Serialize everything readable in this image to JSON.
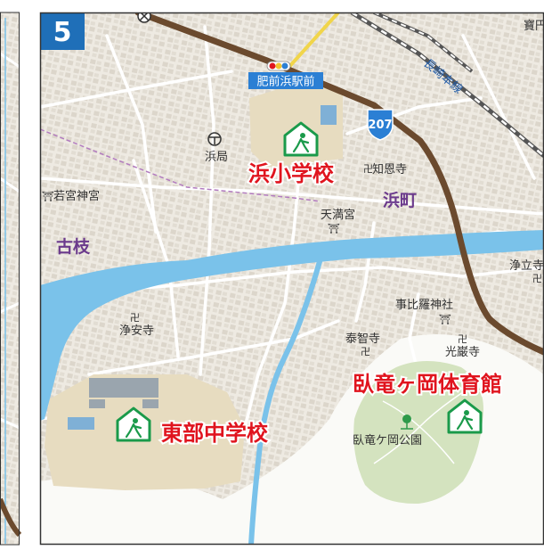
{
  "map": {
    "panel_number": "5",
    "station": "肥前浜駅前",
    "route_number": "207",
    "railway_name": "長崎本線",
    "corner_label": "寶円",
    "facilities": [
      {
        "name": "浜小学校",
        "kind": "evacuation-site"
      },
      {
        "name": "東部中学校",
        "kind": "evacuation-site"
      },
      {
        "name": "臥竜ヶ岡体育館",
        "kind": "evacuation-site"
      }
    ],
    "districts": [
      "浜町",
      "古枝"
    ],
    "places": {
      "post_office": "浜局",
      "wakamiya": "若宮神宮",
      "chionji": "知恩寺",
      "tenmangu": "天満宮",
      "joanji": "浄安寺",
      "ebisu": "事比羅神社",
      "taichiji": "泰智寺",
      "kouganji": "光巌寺",
      "park": "臥竜ケ岡公園",
      "joryuji": "浄立寺"
    },
    "colors": {
      "river": "#7ac2ea",
      "main_road": "#6b4a2e",
      "school_ground": "#e7dcc0",
      "park": "#d4e3bf",
      "evac_icon": "#1a9a4a",
      "panel_label": "#1f6fb8",
      "facility_text": "#e0141e",
      "district_text": "#6b3a8c",
      "station_label": "#2b7fd4"
    }
  }
}
